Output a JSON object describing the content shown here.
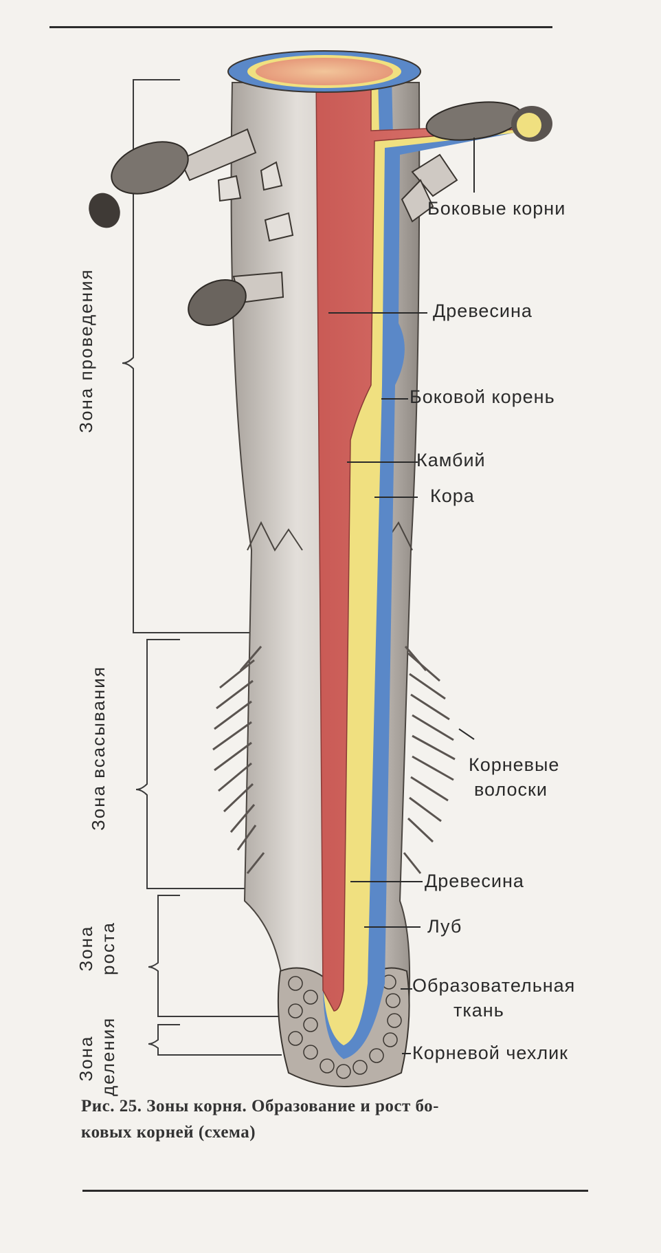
{
  "labels": {
    "lateral_roots": "Боковые корни",
    "wood_top": "Древесина",
    "lateral_root": "Боковой корень",
    "cambium": "Камбий",
    "cortex": "Кора",
    "root_hairs_1": "Корневые",
    "root_hairs_2": "волоски",
    "wood_bottom": "Древесина",
    "phloem": "Луб",
    "meristem_1": "Образовательная",
    "meristem_2": "ткань",
    "root_cap": "Корневой чехлик"
  },
  "zones": {
    "conduction": "Зона проведения",
    "absorption": "Зона всасывания",
    "growth_1": "Зона",
    "growth_2": "роста",
    "division_1": "Зона",
    "division_2": "деления"
  },
  "caption": {
    "line1": "Рис. 25. Зоны корня. Образование и рост бо-",
    "line2": "ковых корней (схема)"
  },
  "colors": {
    "wood": "#d9706a",
    "cambium": "#f0e080",
    "cortex": "#5a88c8",
    "surface": "#d8d4cf"
  }
}
